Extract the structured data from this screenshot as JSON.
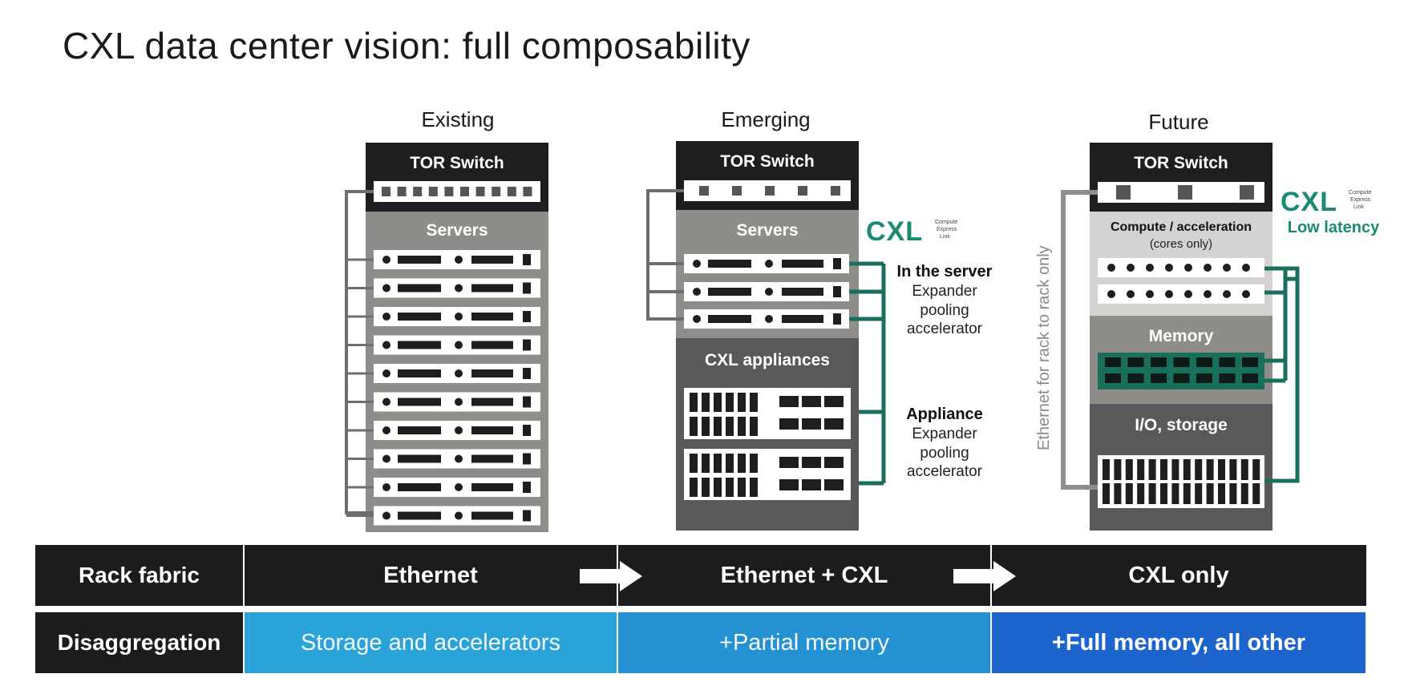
{
  "title": "CXL data center vision: full composability",
  "colors": {
    "rack_dark": "#1e1d1f",
    "rack_gray": "#8e8d8a",
    "rack_mid": "#5a595b",
    "cxl_green": "#1a6e5c",
    "blue_light": "#2aa3d8",
    "blue_mid": "#2491d3",
    "blue_dark": "#1d64cc"
  },
  "columns": {
    "existing": {
      "heading": "Existing",
      "tor": "TOR Switch",
      "servers": "Servers"
    },
    "emerging": {
      "heading": "Emerging",
      "tor": "TOR Switch",
      "servers": "Servers",
      "appliances": "CXL appliances",
      "logo_text": "CXL",
      "logo_sub": [
        "Compute",
        "Express",
        "Link"
      ],
      "in_server_title": "In the server",
      "in_server_lines": [
        "Expander",
        "pooling",
        "accelerator"
      ],
      "appliance_title": "Appliance",
      "appliance_lines": [
        "Expander",
        "pooling",
        "accelerator"
      ]
    },
    "future": {
      "heading": "Future",
      "tor": "TOR Switch",
      "compute": "Compute / acceleration",
      "compute_sub": "(cores only)",
      "memory": "Memory",
      "io": "I/O, storage",
      "logo_text": "CXL",
      "logo_sub": [
        "Compute",
        "Express",
        "Link"
      ],
      "low_latency": "Low latency",
      "ethernet_note": "Ethernet for rack to rack only"
    }
  },
  "table": {
    "row1": {
      "label": "Rack fabric",
      "cells": [
        "Ethernet",
        "Ethernet + CXL",
        "CXL only"
      ]
    },
    "row2": {
      "label": "Disaggregation",
      "cells": [
        "Storage and accelerators",
        "+Partial memory",
        "+Full memory, all other"
      ]
    }
  }
}
